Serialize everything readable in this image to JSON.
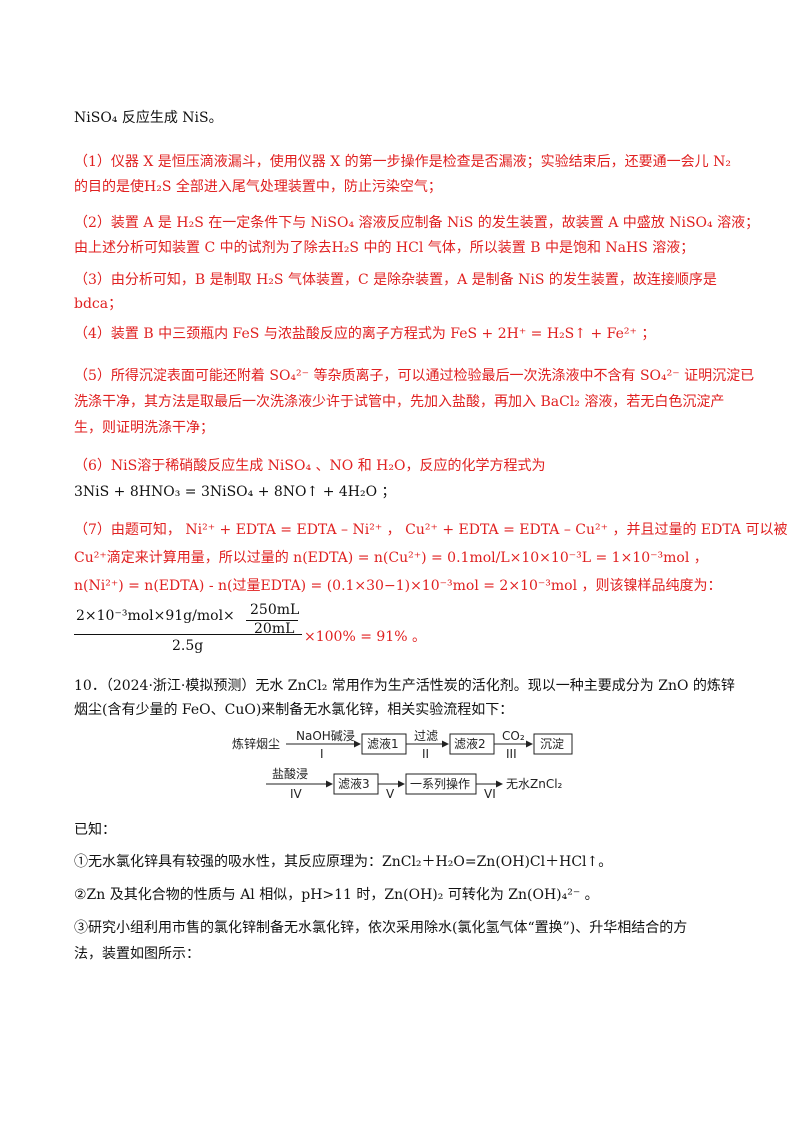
{
  "doc": {
    "line_top": "NiSO₄ 反应生成 NiS。",
    "a1_line1": "（1）仪器 X 是恒压滴液漏斗，使用仪器 X 的第一步操作是检查是否漏液；实验结束后，还要通一会儿 N₂",
    "a1_line2": "的目的是使H₂S 全部进入尾气处理装置中，防止污染空气；",
    "a2_line1": "（2）装置 A 是 H₂S 在一定条件下与 NiSO₄ 溶液反应制备 NiS 的发生装置，故装置 A 中盛放 NiSO₄ 溶液；",
    "a2_line2": "由上述分析可知装置 C 中的试剂为了除去H₂S 中的 HCl 气体，所以装置 B 中是饱和 NaHS 溶液；",
    "a3_line1": "（3）由分析可知，B 是制取 H₂S 气体装置，C 是除杂装置，A 是制备 NiS 的发生装置，故连接顺序是",
    "a3_line2": "bdca；",
    "a4_line1": "（4）装置 B 中三颈瓶内 FeS 与浓盐酸反应的离子方程式为 FeS + 2H⁺ = H₂S↑ + Fe²⁺ ；",
    "a5_line1": "（5）所得沉淀表面可能还附着 SO₄²⁻ 等杂质离子，可以通过检验最后一次洗涤液中不含有 SO₄²⁻ 证明沉淀已",
    "a5_line2": "洗涤干净，其方法是取最后一次洗涤液少许于试管中，先加入盐酸，再加入 BaCl₂ 溶液，若无白色沉淀产",
    "a5_line3": "生，则证明洗涤干净；",
    "a6_line1": "（6）NiS溶于稀硝酸反应生成 NiSO₄ 、NO 和 H₂O，反应的化学方程式为",
    "a6_line2": "3NiS + 8HNO₃ = 3NiSO₄ + 8NO↑ + 4H₂O ；",
    "a7_line1": "（7）由题可知， Ni²⁺ + EDTA = EDTA – Ni²⁺ ， Cu²⁺ + EDTA = EDTA – Cu²⁺ ，并且过量的 EDTA 可以被",
    "a7_line2": "Cu²⁺滴定来计算用量，所以过量的 n(EDTA) = n(Cu²⁺) = 0.1mol/L×10×10⁻³L = 1×10⁻³mol ，",
    "a7_line3": "n(Ni²⁺) = n(EDTA) - n(过量EDTA) = (0.1×30−1)×10⁻³mol = 2×10⁻³mol ，则该镍样品纯度为：",
    "frac_num": "2×10⁻³mol×91g/mol×",
    "frac_inner_num": "250mL",
    "frac_inner_den": "20mL",
    "frac_den": "2.5g",
    "frac_tail": "×100% = 91% 。",
    "q10_line1": "10．（2024·浙江·模拟预测）无水 ZnCl₂ 常用作为生产活性炭的活化剂。现以一种主要成分为 ZnO 的炼锌",
    "q10_line2": "烟尘(含有少量的 FeO、CuO)来制备无水氯化锌，相关实验流程如下：",
    "known": "已知：",
    "k1": "①无水氯化锌具有较强的吸水性，其反应原理为：ZnCl₂＋H₂O=Zn(OH)Cl＋HCl↑。",
    "k2": "②Zn 及其化合物的性质与 Al 相似，pH>11 时，Zn(OH)₂ 可转化为 Zn(OH)₄²⁻ 。",
    "k3_line1": "③研究小组利用市售的氯化锌制备无水氯化锌，依次采用除水(氯化氢气体“置换”)、升华相结合的方",
    "k3_line2": "法，装置如图所示："
  },
  "flow": {
    "start": "炼锌烟尘",
    "s1_top": "NaOH碱浸",
    "s1_bot": "I",
    "box1": "滤液1",
    "s2_top": "过滤",
    "s2_bot": "II",
    "box2": "滤液2",
    "s3_top": "CO₂",
    "s3_bot": "III",
    "box3": "沉淀",
    "s4_top": "盐酸浸",
    "s4_bot": "IV",
    "box4": "滤液3",
    "s5_bot": "V",
    "box5": "一系列操作",
    "s6_bot": "VI",
    "end": "无水ZnCl₂"
  },
  "colors": {
    "answer": "#e02020",
    "text": "#111111"
  }
}
